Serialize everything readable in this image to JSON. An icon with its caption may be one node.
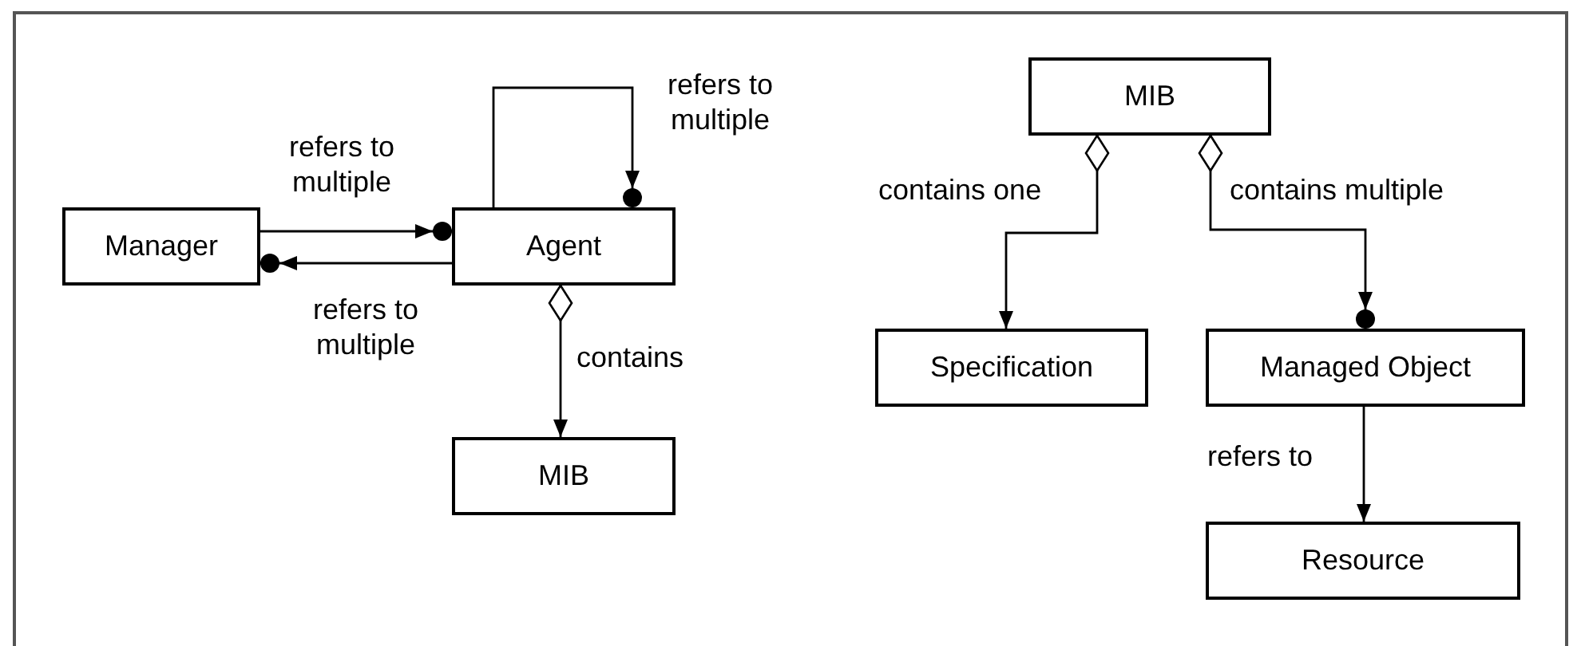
{
  "diagram": {
    "nodes": [
      {
        "text": [
          "Manager"
        ]
      },
      {
        "text": [
          "Agent"
        ]
      },
      {
        "text": [
          "MIB"
        ]
      },
      {
        "text": [
          "MIB"
        ]
      },
      {
        "text": [
          "Specification"
        ]
      },
      {
        "text": [
          "Managed Object"
        ]
      },
      {
        "text": [
          "Resource"
        ]
      }
    ],
    "edges": [
      {
        "from": 0,
        "to": 1,
        "arrow": "to",
        "label": "refers to multiple"
      },
      {
        "from": 1,
        "to": 0,
        "arrow": "to",
        "label": "refers to multiple"
      },
      {
        "from": 1,
        "to": 1,
        "arrow": "to",
        "label": "refers to multiple"
      },
      {
        "from": 1,
        "to": 2,
        "arrow": "to",
        "label": "contains"
      },
      {
        "from": 3,
        "to": 4,
        "arrow": "to",
        "label": "contains one"
      },
      {
        "from": 3,
        "to": 5,
        "arrow": "to",
        "label": "contains multiple"
      },
      {
        "from": 5,
        "to": 6,
        "arrow": "to",
        "label": "refers to"
      }
    ]
  }
}
